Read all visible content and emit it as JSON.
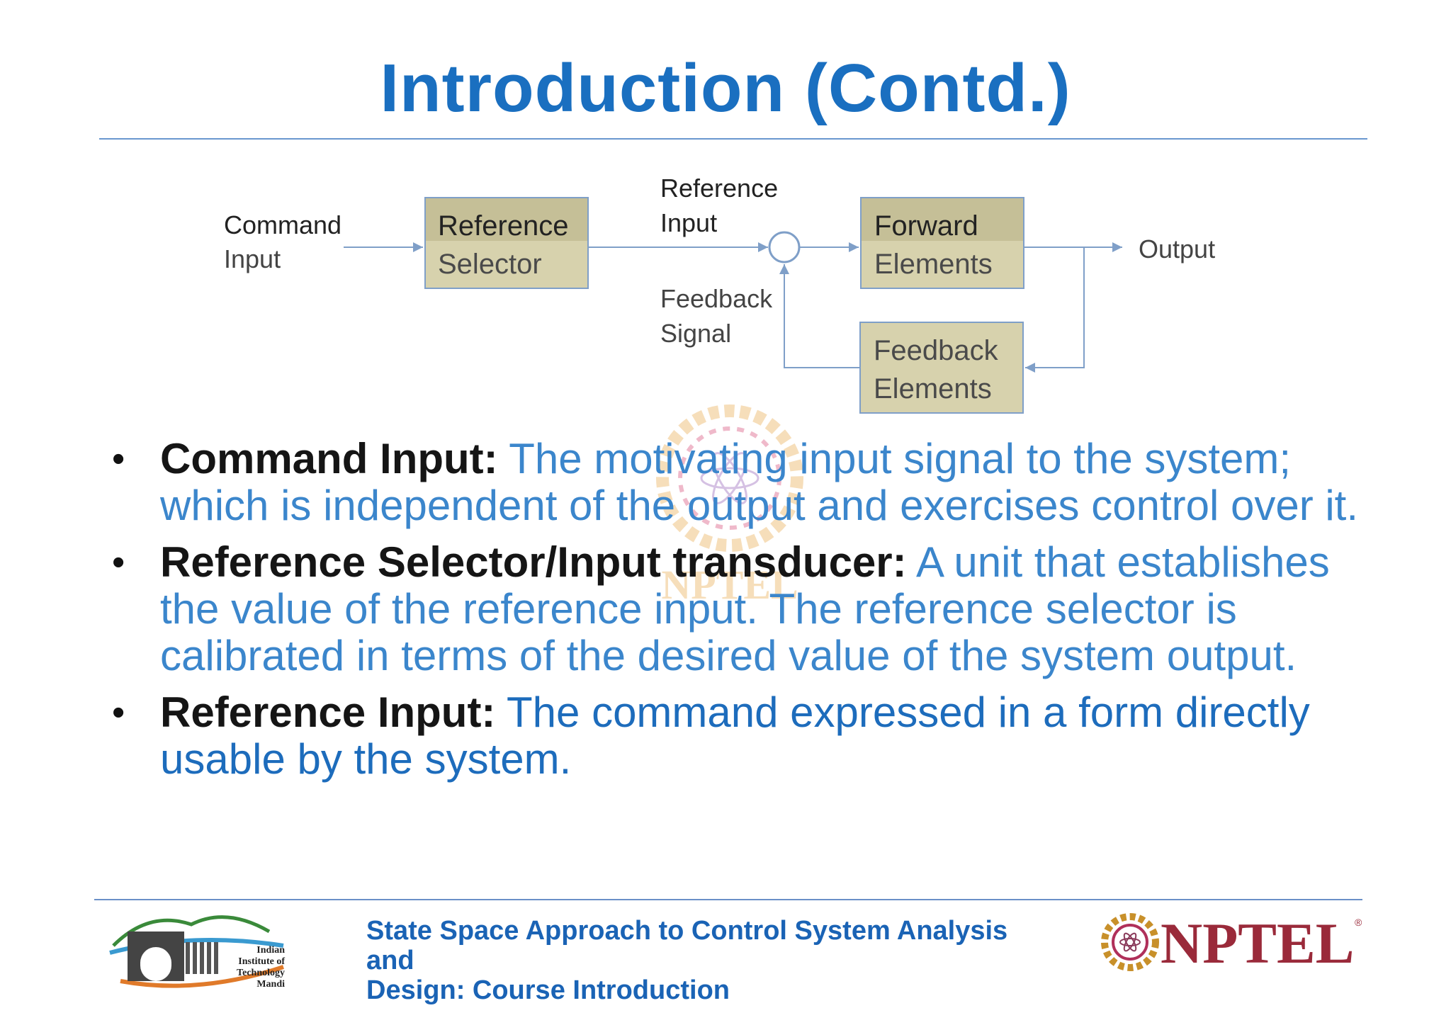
{
  "slide": {
    "title": "Introduction (Contd.)"
  },
  "diagram": {
    "command_input": [
      "Command",
      "Input"
    ],
    "reference_selector": [
      "Reference",
      "Selector"
    ],
    "reference_input": [
      "Reference",
      "Input"
    ],
    "feedback_signal": [
      "Feedback",
      "Signal"
    ],
    "forward_elements": [
      "Forward",
      "Elements"
    ],
    "feedback_elements": [
      "Feedback",
      "Elements"
    ],
    "output": "Output",
    "colors": {
      "box_fill": "#d7d2ad",
      "box_top": "#c5bf97",
      "box_border": "#7f9fc8",
      "line": "#7f9fc8"
    }
  },
  "bullets": [
    {
      "term": "Command Input:",
      "desc": " The motivating input signal to the system; which is independent of the output and exercises control over it."
    },
    {
      "term": "Reference Selector/Input transducer:",
      "desc": " A unit that establishes the value of the reference input. The reference selector is calibrated in terms of the desired value of the system output."
    },
    {
      "term": "Reference Input:",
      "desc": " The command expressed in a form directly usable by the system."
    }
  ],
  "footer": {
    "course_title_line1": "State Space Approach to Control System Analysis and",
    "course_title_line2": "Design: Course Introduction",
    "left_logo_text": [
      "Indian",
      "Institute of",
      "Technology",
      "Mandi"
    ],
    "right_logo_text": "NPTEL",
    "watermark_text": "NPTEL"
  }
}
